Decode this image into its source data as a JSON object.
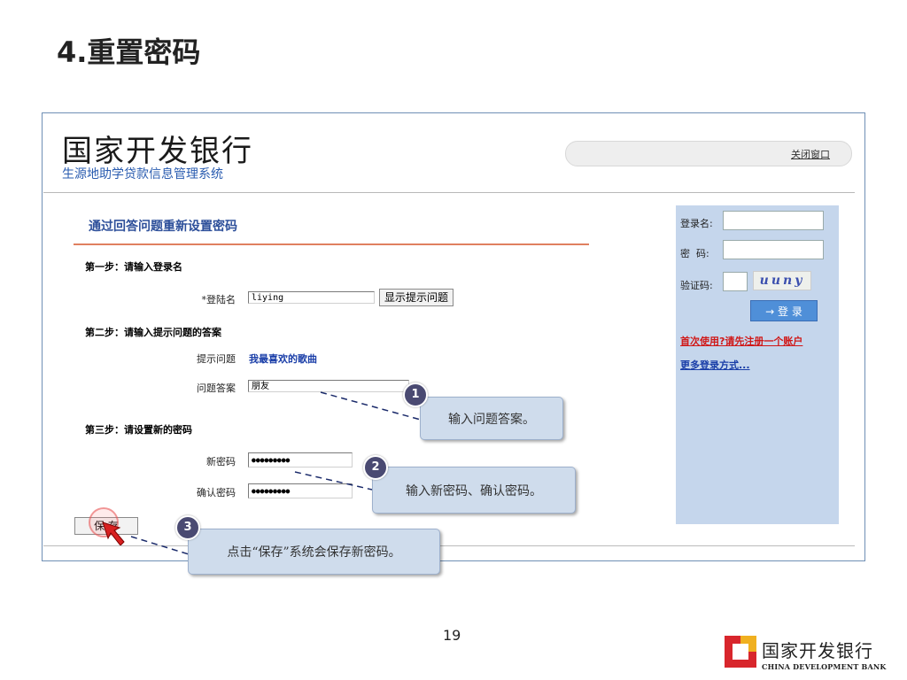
{
  "slide": {
    "title": "4.重置密码",
    "page_number": "19"
  },
  "app": {
    "bank_name": "国家开发银行",
    "subtitle": "生源地助学贷款信息管理系统",
    "close_window": "关闭窗口"
  },
  "form": {
    "section_title": "通过回答问题重新设置密码",
    "step1": "第一步：请输入登录名",
    "login_label": "*登陆名",
    "login_value": "liying",
    "show_hint_button": "显示提示问题",
    "step2": "第二步：请输入提示问题的答案",
    "hint_label": "提示问题",
    "hint_value": "我最喜欢的歌曲",
    "answer_label": "问题答案",
    "answer_value": "朋友",
    "step3": "第三步：请设置新的密码",
    "new_pw_label": "新密码",
    "new_pw_value": "●●●●●●●●●",
    "confirm_pw_label": "确认密码",
    "confirm_pw_value": "●●●●●●●●●",
    "save_button": "保 存"
  },
  "login_panel": {
    "username_label": "登录名:",
    "password_label": "密  码:",
    "captcha_label": "验证码:",
    "captcha_text": "uuny",
    "login_button": "→ 登 录",
    "register_link": "首次使用?请先注册一个账户",
    "more_link": "更多登录方式..."
  },
  "callouts": [
    {
      "number": "1",
      "text": "输入问题答案。"
    },
    {
      "number": "2",
      "text": "输入新密码、确认密码。"
    },
    {
      "number": "3",
      "text": "点击“保存”系统会保存新密码。"
    }
  ],
  "logo": {
    "name": "国家开发银行",
    "english": "CHINA DEVELOPMENT BANK"
  },
  "colors": {
    "accent_blue": "#2a5cb0",
    "panel_bg": "#c5d6ec",
    "callout_bg": "#cfdcec",
    "link_red": "#d01818",
    "link_blue": "#1a3ea8"
  }
}
